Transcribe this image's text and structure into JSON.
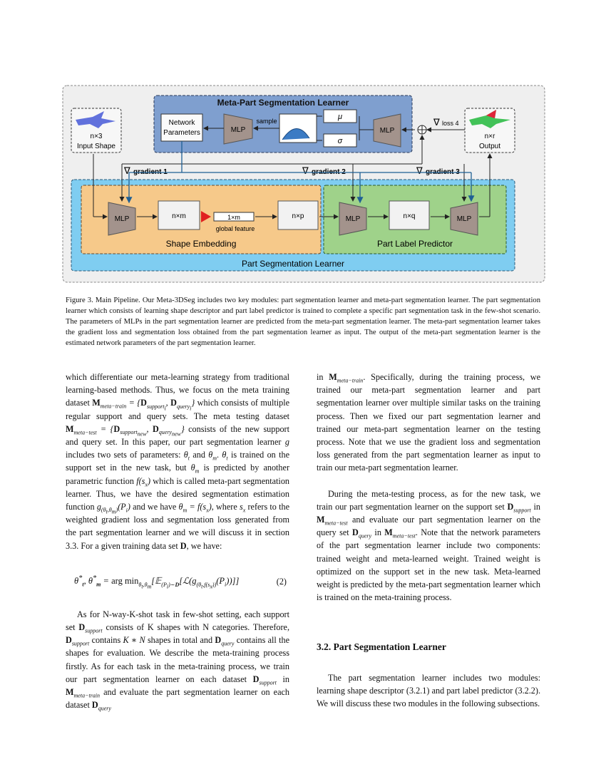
{
  "figure": {
    "meta_learner_title": "Meta-Part Segmentation Learner",
    "network_parameters": [
      "Network",
      "Parameters"
    ],
    "mlp": "MLP",
    "sample": "sample",
    "mu": "μ",
    "sigma": "σ",
    "loss4": "loss 4",
    "input_dim": "n×3",
    "input_label": "Input Shape",
    "output_dim": "n×r",
    "output_label": "Output",
    "gradient1": "gradient 1",
    "gradient2": "gradient 2",
    "gradient3": "gradient 3",
    "nabla": "∇",
    "nxm": "n×m",
    "onexm": "1×m",
    "global_feature": "global feature",
    "nxp": "n×p",
    "nxq": "n×q",
    "shape_embedding": "Shape Embedding",
    "part_label_predictor": "Part Label Predictor",
    "part_seg_learner": "Part Segmentation Learner"
  },
  "caption": "Figure 3. Main Pipeline. Our Meta-3DSeg includes two key modules: part segmentation learner and meta-part segmentation learner. The part segmentation learner which consists of learning shape descriptor and part label predictor is trained to complete a specific part segmentation task in the few-shot scenario. The parameters of MLPs in the part segmentation learner are predicted from the meta-part segmentation learner. The meta-part segmentation learner takes the gradient loss and segmentation loss obtained from the part segmentation learner as input. The output of the meta-part segmentation learner is the estimated network parameters of the part segmentation learner.",
  "left": {
    "p1a": "which differentiate our meta-learning strategy from traditional learning-based methods. Thus, we focus on the meta training dataset ",
    "p1b": " which consists of multiple regular support and query sets. The meta testing dataset ",
    "p1c": " consists of the new support and query set. In this paper, our part segmentation learner ",
    "p1d": " includes two sets of parameters: ",
    "p1e": " is trained on the support set in the new task, but ",
    "p1f": " is predicted by another parametric function ",
    "p1g": " which is called meta-part segmentation learner. Thus, we have the desired segmentation estimation function ",
    "p1h": " and we have ",
    "p1i": ", where ",
    "p1j": " refers to the weighted gradient loss and segmentation loss generated from the part segmentation learner and we will discuss it in section 3.3. For a given training data set ",
    "p1k": ", we have:",
    "eq_num": "(2)",
    "p2a": "As for N-way-K-shot task in few-shot setting, each support set ",
    "p2b": " consists of K shapes with N categories. Therefore, ",
    "p2c": " contains ",
    "p2d": " shapes in total and ",
    "p2e": " contains all the shapes for evaluation. We describe the meta-training process firstly. As for each task in the meta-training process, we train our part segmentation learner on each dataset ",
    "p2f": " in ",
    "p2g": " and evaluate the part segmentation learner on each dataset "
  },
  "right": {
    "p1a": "in ",
    "p1b": ". Specifically, during the training process, we trained our meta-part segmentation learner and part segmentation learner over multiple similar tasks on the training process. Then we fixed our part segmentation learner and trained our meta-part segmentation learner on the testing process. Note that we use the gradient loss and segmentation loss generated from the part segmentation learner as input to train our meta-part segmentation learner.",
    "p2a": "During the meta-testing process, as for the new task, we train our part segmentation learner on the support set ",
    "p2b": " in ",
    "p2c": " and evaluate our part segmentation learner on the query set ",
    "p2d": " in ",
    "p2e": ". Note that the network parameters of the part segmentation learner include two components: trained weight and meta-learned weight. Trained weight is optimized on the support set in the new task. Meta-learned weight is predicted by the meta-part segmentation learner which is trained on the meta-training process.",
    "section_title": "3.2. Part Segmentation Learner",
    "p3": "The part segmentation learner includes two modules: learning shape descriptor (3.2.1) and part label predictor (3.2.2). We will discuss these two modules in the following subsections."
  }
}
